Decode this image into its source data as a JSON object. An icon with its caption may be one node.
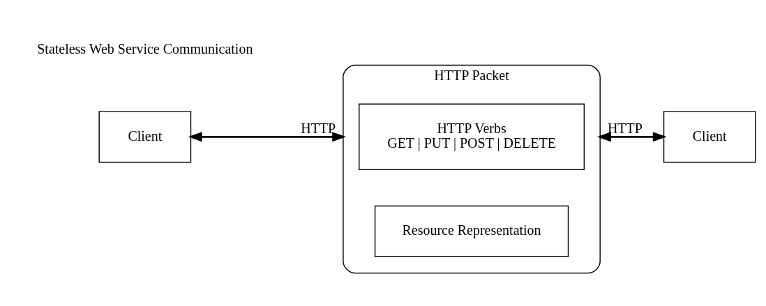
{
  "diagram": {
    "nodes": [
      {
        "text": [
          "Client"
        ]
      },
      {
        "text": [
          "HTTP Packet"
        ]
      },
      {
        "text": [
          "HTTP Verbs",
          "GET | PUT | POST | DELETE"
        ],
        "in": 1
      },
      {
        "text": [
          "Resource Representation"
        ],
        "in": 1
      },
      {
        "text": [
          "Client"
        ]
      }
    ],
    "edges": [
      {
        "from": 0,
        "to": 1,
        "arrow": "both",
        "label": "HTTP"
      },
      {
        "from": 1,
        "to": 4,
        "arrow": "both",
        "label": "HTTP"
      }
    ],
    "labels": [
      "Stateless Web Service Communication"
    ]
  }
}
